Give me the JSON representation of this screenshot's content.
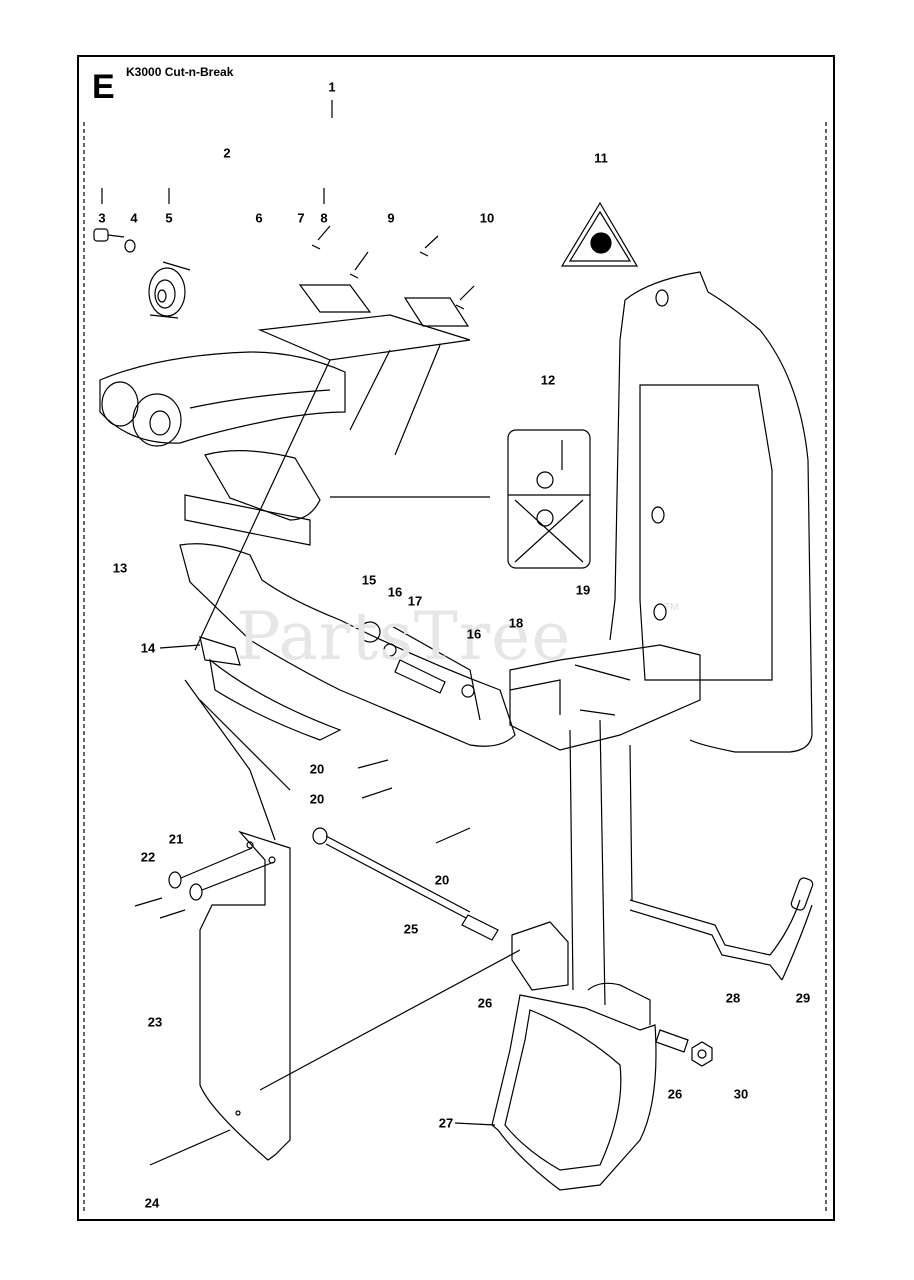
{
  "section_letter": "E",
  "title": "K3000 Cut-n-Break",
  "watermark": "PartsTree",
  "watermark_tm": "TM",
  "callouts": [
    {
      "id": "1",
      "text": "1"
    },
    {
      "id": "2",
      "text": "2"
    },
    {
      "id": "3",
      "text": "3"
    },
    {
      "id": "4",
      "text": "4"
    },
    {
      "id": "5",
      "text": "5"
    },
    {
      "id": "6",
      "text": "6"
    },
    {
      "id": "7",
      "text": "7"
    },
    {
      "id": "8",
      "text": "8"
    },
    {
      "id": "9",
      "text": "9"
    },
    {
      "id": "10",
      "text": "10"
    },
    {
      "id": "11",
      "text": "11"
    },
    {
      "id": "12",
      "text": "12"
    },
    {
      "id": "13",
      "text": "13"
    },
    {
      "id": "14",
      "text": "14"
    },
    {
      "id": "15",
      "text": "15"
    },
    {
      "id": "16a",
      "text": "16"
    },
    {
      "id": "17",
      "text": "17"
    },
    {
      "id": "16b",
      "text": "16"
    },
    {
      "id": "18",
      "text": "18"
    },
    {
      "id": "19",
      "text": "19"
    },
    {
      "id": "20a",
      "text": "20"
    },
    {
      "id": "20b",
      "text": "20"
    },
    {
      "id": "20c",
      "text": "20"
    },
    {
      "id": "21",
      "text": "21"
    },
    {
      "id": "22",
      "text": "22"
    },
    {
      "id": "23",
      "text": "23"
    },
    {
      "id": "24",
      "text": "24"
    },
    {
      "id": "25",
      "text": "25"
    },
    {
      "id": "26a",
      "text": "26"
    },
    {
      "id": "26b",
      "text": "26"
    },
    {
      "id": "27",
      "text": "27"
    },
    {
      "id": "28",
      "text": "28"
    },
    {
      "id": "29",
      "text": "29"
    },
    {
      "id": "30",
      "text": "30"
    }
  ],
  "colors": {
    "line": "#000000",
    "watermark": "#e6e6e6",
    "background": "#ffffff"
  }
}
